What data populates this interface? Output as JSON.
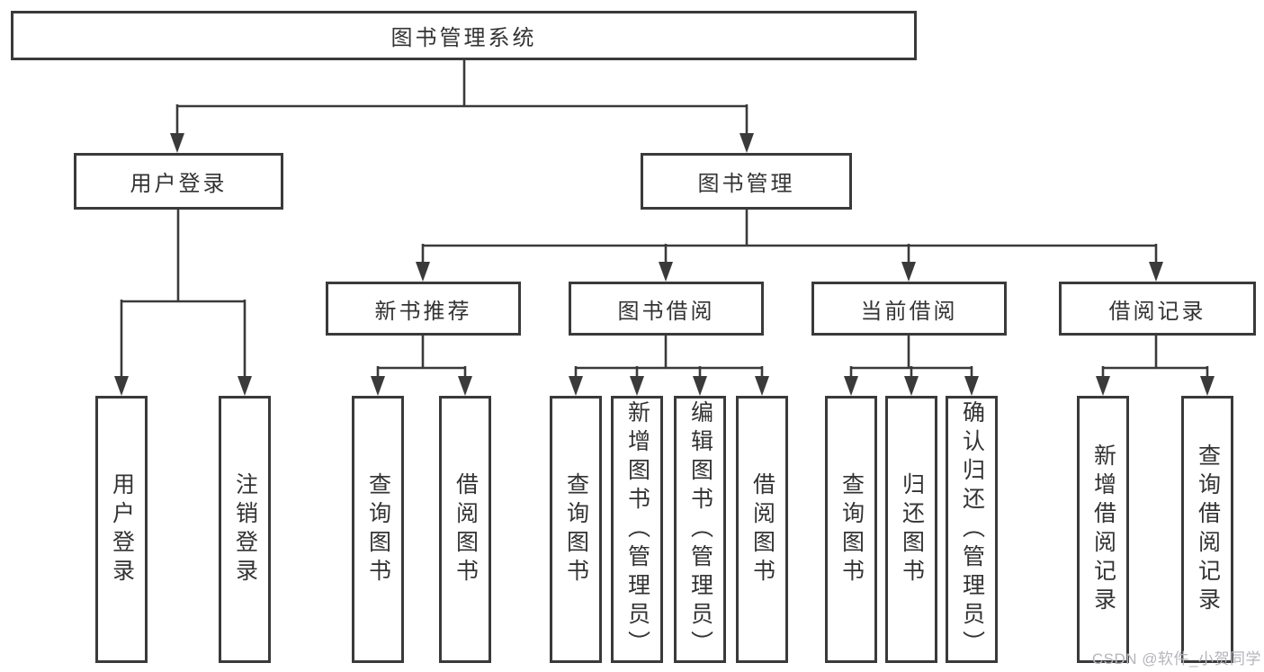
{
  "diagram": {
    "title_note": "function structure tree",
    "root": "图书管理系统",
    "branches": [
      {
        "label": "用户登录",
        "children": [
          {
            "label": "用户登录"
          },
          {
            "label": "注销登录"
          }
        ]
      },
      {
        "label": "图书管理",
        "children": [
          {
            "label": "新书推荐",
            "children": [
              {
                "label": "查询图书"
              },
              {
                "label": "借阅图书"
              }
            ]
          },
          {
            "label": "图书借阅",
            "children": [
              {
                "label": "查询图书"
              },
              {
                "label": "新增图书（管理员）"
              },
              {
                "label": "编辑图书（管理员）"
              },
              {
                "label": "借阅图书"
              }
            ]
          },
          {
            "label": "当前借阅",
            "children": [
              {
                "label": "查询图书"
              },
              {
                "label": "归还图书"
              },
              {
                "label": "确认归还（管理员）"
              }
            ]
          },
          {
            "label": "借阅记录",
            "children": [
              {
                "label": "新增借阅记录"
              },
              {
                "label": "查询借阅记录"
              }
            ]
          }
        ]
      }
    ]
  },
  "watermark": {
    "text": "CSDN @软件_小贺同学"
  },
  "colors": {
    "line": "#3a3a3a",
    "text": "#333333",
    "watermark": "#b5b5bb",
    "background": "#ffffff"
  }
}
